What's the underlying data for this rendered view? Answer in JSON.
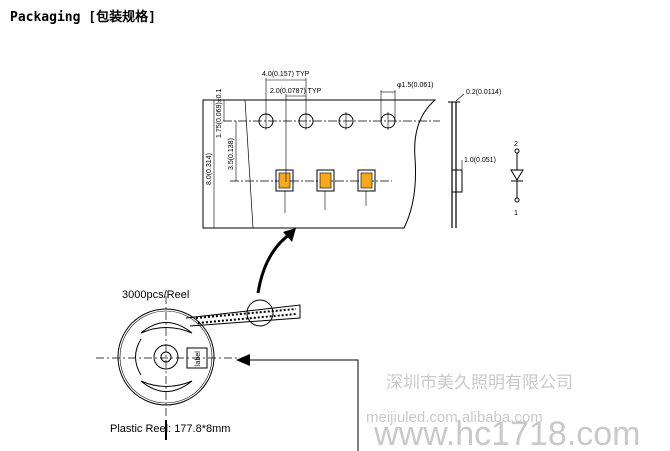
{
  "title": "Packaging [包装规格]",
  "colors": {
    "line": "#000000",
    "led_fill": "#f7a81b",
    "watermark": "#c9c9c9"
  },
  "tape_dims": {
    "pitch": "4.0(0.157) TYP",
    "half_pitch": "2.0(0.0787) TYP",
    "hole_dia": "φ1.5(0.061)",
    "edge_to_hole": "1.75(0.069)±0.1",
    "hole_to_center": "3.5(0.138)",
    "tape_width": "8.0(0.314)"
  },
  "side_dims": {
    "thickness": "0.2(0.0114)",
    "depth": "1.0(0.051)"
  },
  "polarity": {
    "anode": "2",
    "cathode": "1"
  },
  "reel": {
    "quantity": "3000pcs/Reel",
    "material": "Plastic Reel: 177.8*8mm",
    "hub_label": "label"
  },
  "watermark": {
    "company": "深圳市美久照明有限公司",
    "url": "meijiuled.com.alibaba.com",
    "site": "www.hc1718.com"
  }
}
